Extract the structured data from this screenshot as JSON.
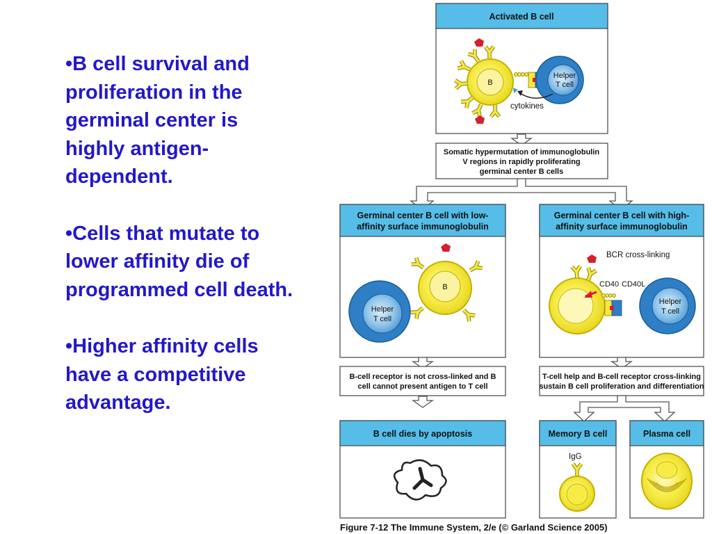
{
  "slide": {
    "bullets": [
      "•B cell survival and proliferation in the germinal center is highly antigen-dependent.",
      "•Cells that mutate to lower affinity die of programmed cell death.",
      "•Higher affinity cells have a competitive advantage."
    ]
  },
  "figure": {
    "activated": {
      "title": "Activated B cell",
      "b_label": "B",
      "helper_line1": "Helper",
      "helper_line2": "T cell",
      "cytokines": "cytokines"
    },
    "step1": [
      "Somatic hypermutation of immunoglobulin",
      "V regions in rapidly proliferating",
      "germinal center B cells"
    ],
    "low": {
      "title_line1": "Germinal center B cell with low-",
      "title_line2": "affinity surface immunoglobulin",
      "helper_line1": "Helper",
      "helper_line2": "T cell",
      "b_label": "B",
      "step": [
        "B-cell receptor is not cross-linked and B",
        "cell cannot present antigen to T cell"
      ],
      "outcome_title": "B cell dies by apoptosis"
    },
    "high": {
      "title_line1": "Germinal center B cell with high-",
      "title_line2": "affinity surface immunoglobulin",
      "bcr": "BCR cross-linking",
      "cd40": "CD40",
      "cd40l": "CD40L",
      "helper_line1": "Helper",
      "helper_line2": "T cell",
      "step": [
        "T-cell help and B-cell receptor cross-linking",
        "sustain B cell proliferation and differentiation"
      ],
      "memory_title": "Memory B cell",
      "igg": "IgG",
      "plasma_title": "Plasma cell"
    },
    "caption": "Figure 7-12  The Immune System, 2/e (© Garland Science 2005)",
    "colors": {
      "header": "#55bde8",
      "b_cell": "#f4ea3c",
      "t_cell": "#2e7fc6",
      "antigen": "#d81e2c",
      "text": "#2318c8"
    }
  }
}
